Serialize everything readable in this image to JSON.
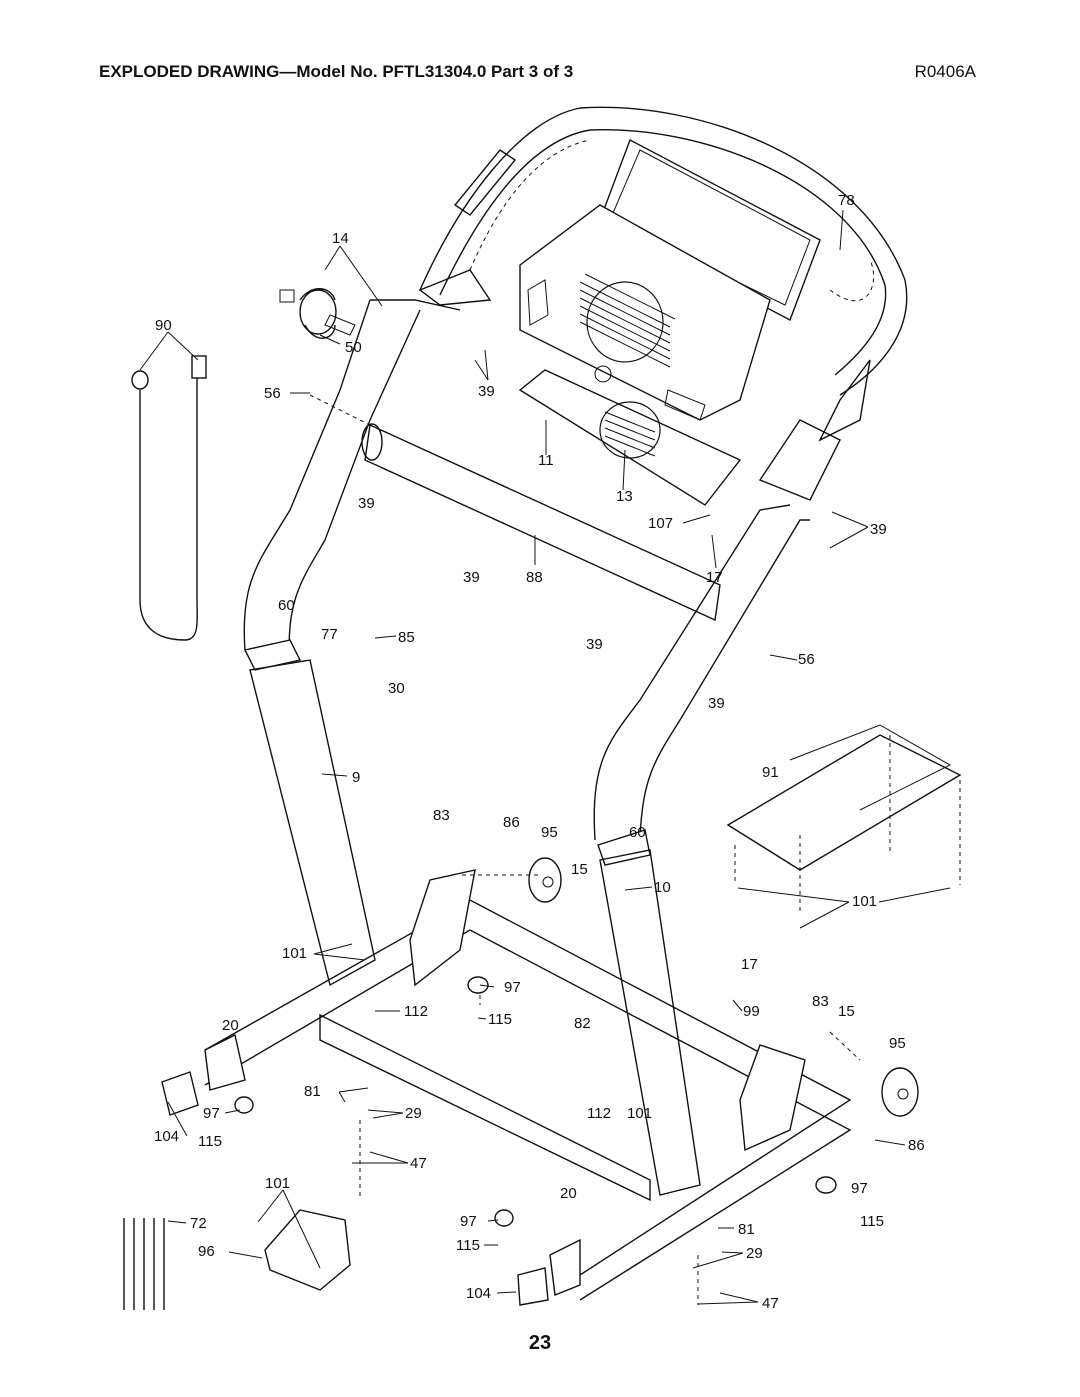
{
  "header": {
    "title": "EXPLODED DRAWING—Model No. PFTL31304.0 Part 3 of 3",
    "drawing_ref": "R0406A"
  },
  "page_number": "23",
  "callouts": {
    "c78": "78",
    "c14": "14",
    "c90": "90",
    "c50": "50",
    "c56a": "56",
    "c39a": "39",
    "c39b": "39",
    "c11": "11",
    "c13": "13",
    "c107": "107",
    "c39c": "39",
    "c39d": "39",
    "c88": "88",
    "c17a": "17",
    "c60a": "60",
    "c77": "77",
    "c85": "85",
    "c39e": "39",
    "c56b": "56",
    "c30": "30",
    "c39f": "39",
    "c9": "9",
    "c91": "91",
    "c83a": "83",
    "c86a": "86",
    "c95a": "95",
    "c60b": "60",
    "c15a": "15",
    "c10": "10",
    "c101a": "101",
    "c101b": "101",
    "c17b": "17",
    "c97a": "97",
    "c83b": "83",
    "c112a": "112",
    "c115a": "115",
    "c82": "82",
    "c99": "99",
    "c15b": "15",
    "c95b": "95",
    "c20a": "20",
    "c81a": "81",
    "c29a": "29",
    "c112b": "112",
    "c101c": "101",
    "c97b": "97",
    "c104a": "104",
    "c115b": "115",
    "c86b": "86",
    "c47a": "47",
    "c101d": "101",
    "c97c": "97",
    "c20b": "20",
    "c72": "72",
    "c97d": "97",
    "c115c": "115",
    "c81b": "81",
    "c96": "96",
    "c115d": "115",
    "c29b": "29",
    "c104b": "104",
    "c47b": "47"
  }
}
